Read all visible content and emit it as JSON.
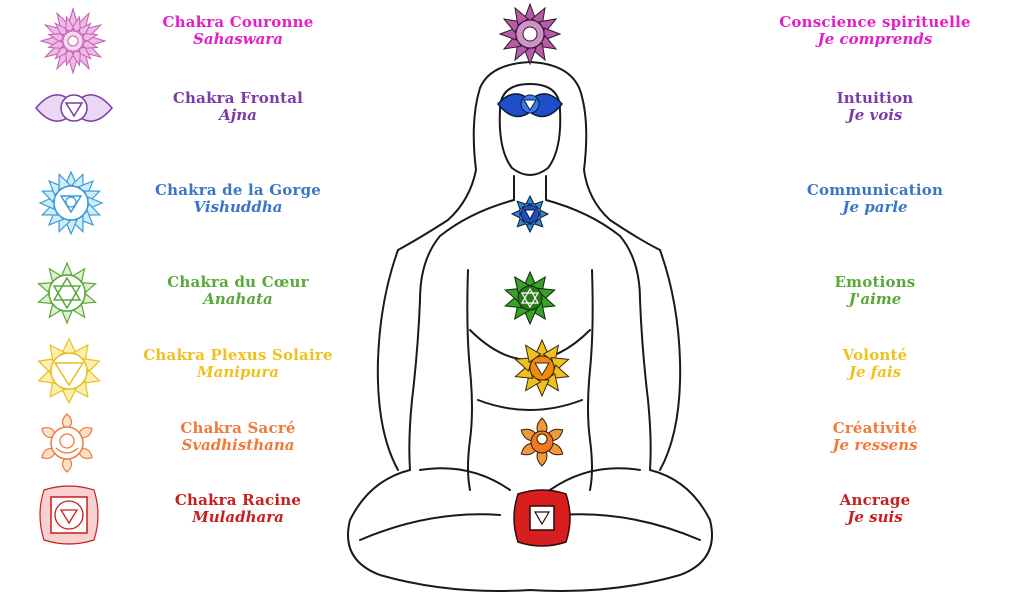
{
  "colors": {
    "crown": "#e020c8",
    "third_eye": "#7a3ca8",
    "throat": "#3a76c8",
    "heart": "#5aa83a",
    "solar": "#f0c020",
    "sacral": "#f07a3a",
    "root": "#c81e1e",
    "outline": "#1a1a1a"
  },
  "chakras": [
    {
      "name": "Chakra Couronne",
      "sanskrit": "Sahaswara",
      "quality": "Conscience spirituelle",
      "affirmation": "Je comprends",
      "color_key": "crown",
      "icon": "crown-lotus-icon"
    },
    {
      "name": "Chakra Frontal",
      "sanskrit": "Ajna",
      "quality": "Intuition",
      "affirmation": "Je vois",
      "color_key": "third_eye",
      "icon": "third-eye-icon"
    },
    {
      "name": "Chakra de la Gorge",
      "sanskrit": "Vishuddha",
      "quality": "Communication",
      "affirmation": "Je parle",
      "color_key": "throat",
      "icon": "throat-lotus-icon"
    },
    {
      "name": "Chakra du Cœur",
      "sanskrit": "Anahata",
      "quality": "Emotions",
      "affirmation": "J'aime",
      "color_key": "heart",
      "icon": "heart-star-icon"
    },
    {
      "name": "Chakra Plexus Solaire",
      "sanskrit": "Manipura",
      "quality": "Volonté",
      "affirmation": "Je fais",
      "color_key": "solar",
      "icon": "solar-plexus-icon"
    },
    {
      "name": "Chakra Sacré",
      "sanskrit": "Svadhisthana",
      "quality": "Créativité",
      "affirmation": "Je ressens",
      "color_key": "sacral",
      "icon": "sacral-lotus-icon"
    },
    {
      "name": "Chakra Racine",
      "sanskrit": "Muladhara",
      "quality": "Ancrage",
      "affirmation": "Je suis",
      "color_key": "root",
      "icon": "root-square-icon"
    }
  ]
}
